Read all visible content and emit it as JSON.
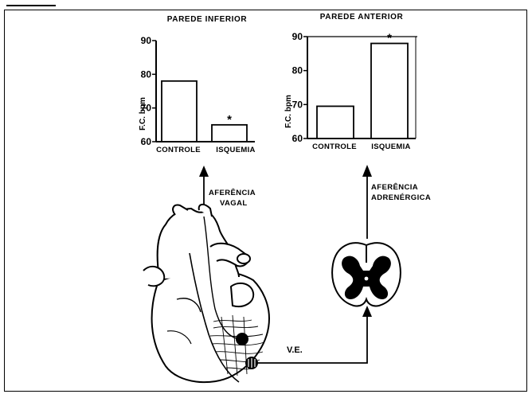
{
  "chart_data": [
    {
      "type": "bar",
      "title": "PAREDE INFERIOR",
      "ylabel": "F.C. bpm",
      "xlabel": "",
      "ylim": [
        60,
        90
      ],
      "yticks": [
        "60",
        "70",
        "80",
        "90"
      ],
      "categories": [
        "CONTROLE",
        "ISQUEMIA"
      ],
      "values": [
        78,
        65
      ],
      "significance": [
        "",
        "*"
      ]
    },
    {
      "type": "bar",
      "title": "PAREDE ANTERIOR",
      "ylabel": "F.C. bpm",
      "xlabel": "",
      "ylim": [
        60,
        90
      ],
      "yticks": [
        "60",
        "70",
        "80",
        "90"
      ],
      "categories": [
        "CONTROLE",
        "ISQUEMIA"
      ],
      "values": [
        69.5,
        88
      ],
      "significance": [
        "",
        "*"
      ]
    }
  ],
  "labels": {
    "vagal_line1": "AFERÊNCIA",
    "vagal_line2": "VAGAL",
    "adrenergic_line1": "AFERÊNCIA",
    "adrenergic_line2": "ADRENÉRGICA",
    "ve": "V.E."
  }
}
